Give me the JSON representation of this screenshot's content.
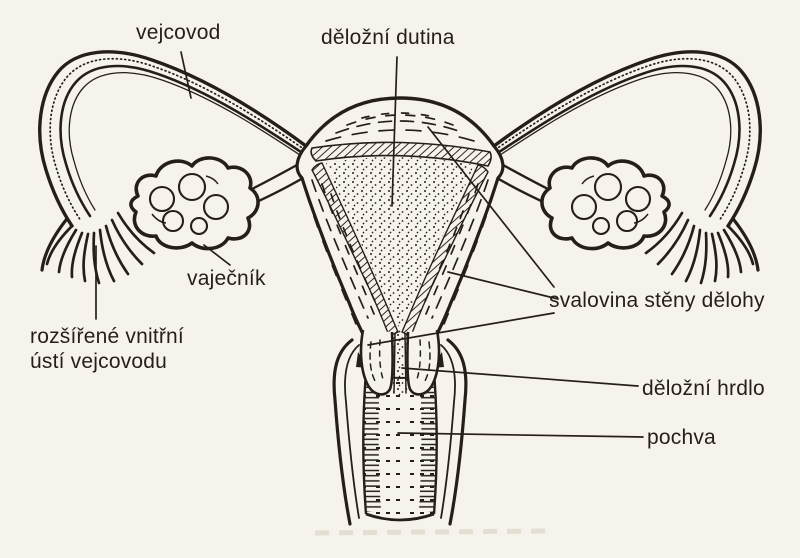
{
  "colors": {
    "background": "#f6f3ec",
    "ink": "#241f1a"
  },
  "labels": {
    "vejcovod": "vejcovod",
    "delozni_dutina": "děložní dutina",
    "vajecnik": "vaječník",
    "rozsirene_line1": "rozšířené vnitřní",
    "rozsirene_line2": "ústí vejcovodu",
    "svalovina": "svalovina stěny dělohy",
    "delozni_hrdlo": "děložní hrdlo",
    "pochva": "pochva"
  }
}
